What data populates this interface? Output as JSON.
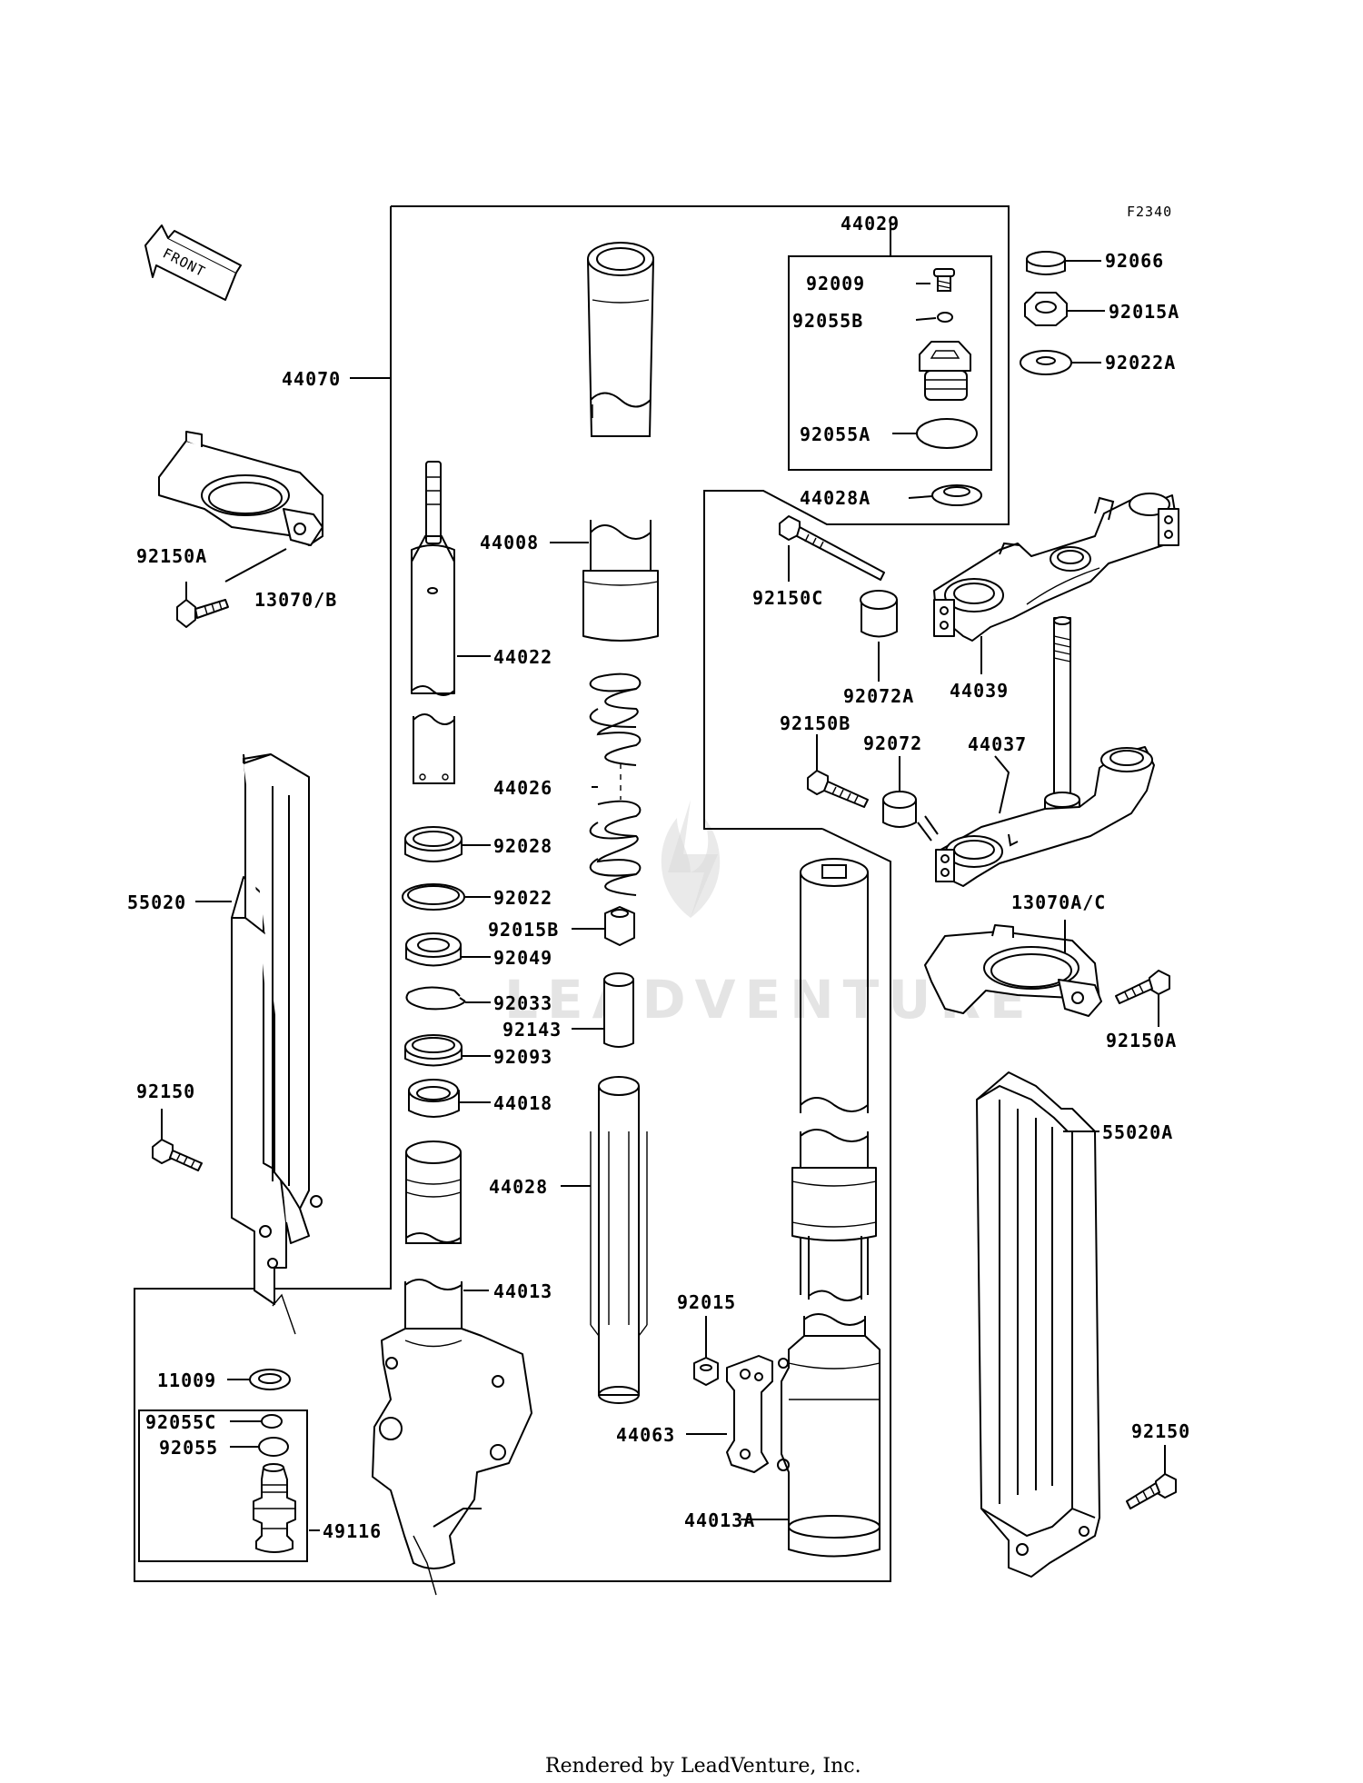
{
  "diagram_code": "F2340",
  "front_label": "FRONT",
  "watermark": "LEADVENTURE",
  "footer": "Rendered by LeadVenture, Inc.",
  "labels": {
    "p44029": "44029",
    "p92009": "92009",
    "p92055B": "92055B",
    "p92055A": "92055A",
    "p44028A": "44028A",
    "p92066": "92066",
    "p92015A": "92015A",
    "p92022A": "92022A",
    "p44070": "44070",
    "p92150A_top": "92150A",
    "p13070B": "13070/B",
    "p44008": "44008",
    "p44022": "44022",
    "p92150C": "92150C",
    "p92072A": "92072A",
    "p44039": "44039",
    "p92150B": "92150B",
    "p92072": "92072",
    "p44037": "44037",
    "p44026": "44026",
    "p92028": "92028",
    "p92022": "92022",
    "p92015B": "92015B",
    "p92049": "92049",
    "p92033": "92033",
    "p92143": "92143",
    "p92093": "92093",
    "p44018": "44018",
    "p55020": "55020",
    "p13070AC": "13070A/C",
    "p92150A_right": "92150A",
    "p55020A": "55020A",
    "p92150_left": "92150",
    "p44028": "44028",
    "p44013": "44013",
    "p92015": "92015",
    "p11009": "11009",
    "p92055C": "92055C",
    "p92055": "92055",
    "p44063": "44063",
    "p49116": "49116",
    "p44013A": "44013A",
    "p92150_right": "92150"
  }
}
